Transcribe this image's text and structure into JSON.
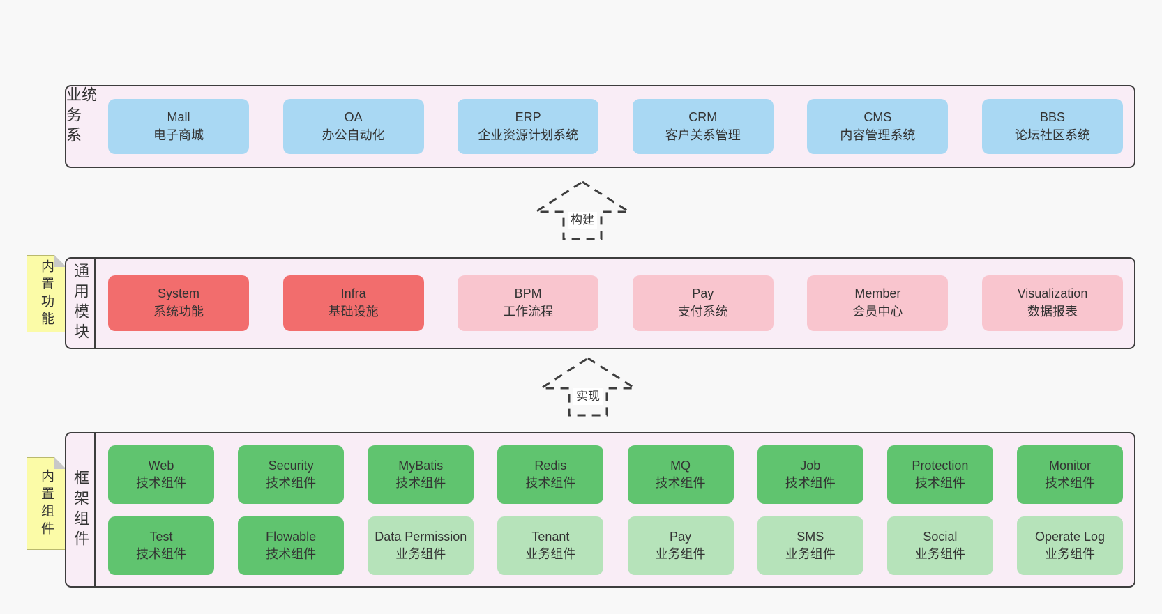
{
  "colors": {
    "page_background": "#f8f8f8",
    "container_fill": "#f9edf6",
    "container_border": "#3d3d3d",
    "business_box_blue": "#a9d8f3",
    "core_module_red": "#f26d6d",
    "module_pink": "#f9c5ce",
    "tech_component_green": "#60c46f",
    "biz_component_green": "#b6e3ba",
    "note_yellow": "#fbfba7",
    "note_fold_gray": "#c8c8c8",
    "text": "#333333"
  },
  "arrows": {
    "build": "构建",
    "implement": "实现"
  },
  "sections": {
    "business": {
      "label": "业务系统",
      "boxes": [
        {
          "title": "Mall",
          "subtitle": "电子商城"
        },
        {
          "title": "OA",
          "subtitle": "办公自动化"
        },
        {
          "title": "ERP",
          "subtitle": "企业资源计划系统"
        },
        {
          "title": "CRM",
          "subtitle": "客户关系管理"
        },
        {
          "title": "CMS",
          "subtitle": "内容管理系统"
        },
        {
          "title": "BBS",
          "subtitle": "论坛社区系统"
        }
      ]
    },
    "modules": {
      "label": "通用模块",
      "note": "内置功能",
      "boxes": [
        {
          "title": "System",
          "subtitle": "系统功能"
        },
        {
          "title": "Infra",
          "subtitle": "基础设施"
        },
        {
          "title": "BPM",
          "subtitle": "工作流程"
        },
        {
          "title": "Pay",
          "subtitle": "支付系统"
        },
        {
          "title": "Member",
          "subtitle": "会员中心"
        },
        {
          "title": "Visualization",
          "subtitle": "数据报表"
        }
      ]
    },
    "framework": {
      "label": "框架组件",
      "note": "内置组件",
      "row1": [
        {
          "title": "Web",
          "subtitle": "技术组件"
        },
        {
          "title": "Security",
          "subtitle": "技术组件"
        },
        {
          "title": "MyBatis",
          "subtitle": "技术组件"
        },
        {
          "title": "Redis",
          "subtitle": "技术组件"
        },
        {
          "title": "MQ",
          "subtitle": "技术组件"
        },
        {
          "title": "Job",
          "subtitle": "技术组件"
        },
        {
          "title": "Protection",
          "subtitle": "技术组件"
        },
        {
          "title": "Monitor",
          "subtitle": "技术组件"
        }
      ],
      "row2": [
        {
          "title": "Test",
          "subtitle": "技术组件"
        },
        {
          "title": "Flowable",
          "subtitle": "技术组件"
        },
        {
          "title": "Data Permission",
          "subtitle": "业务组件"
        },
        {
          "title": "Tenant",
          "subtitle": "业务组件"
        },
        {
          "title": "Pay",
          "subtitle": "业务组件"
        },
        {
          "title": "SMS",
          "subtitle": "业务组件"
        },
        {
          "title": "Social",
          "subtitle": "业务组件"
        },
        {
          "title": "Operate Log",
          "subtitle": "业务组件"
        }
      ]
    }
  }
}
